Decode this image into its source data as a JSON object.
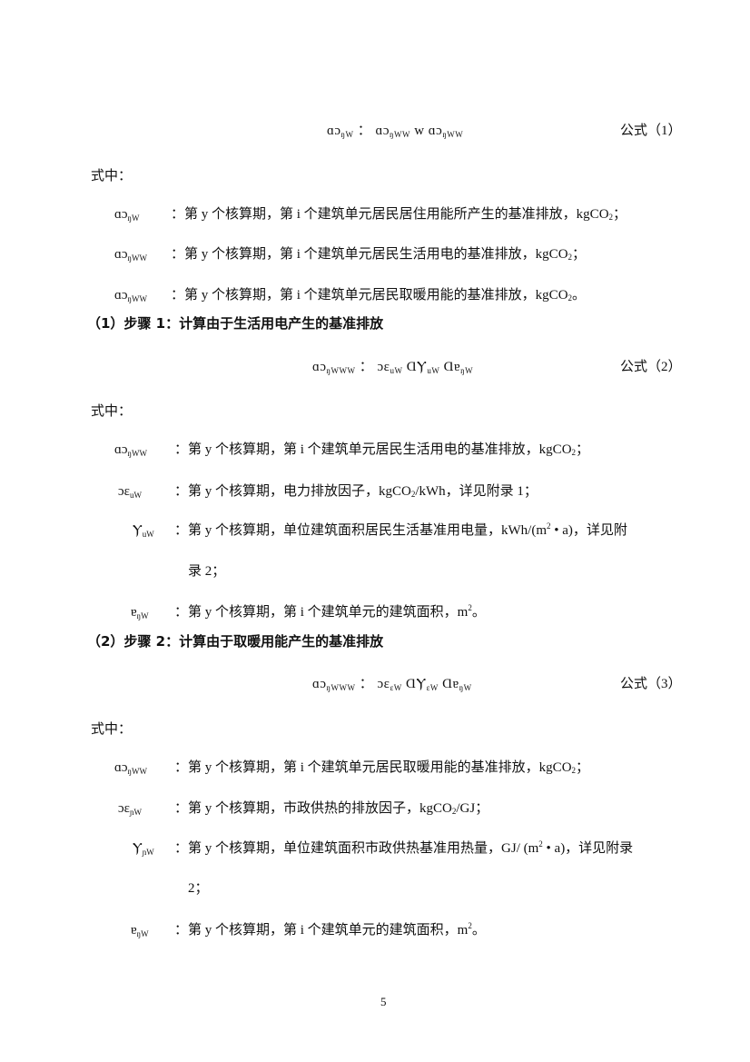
{
  "page": {
    "number": "5",
    "formulas": [
      {
        "expression_main": "ɑɔ",
        "expression_sub": "ŋW",
        "equals": "：",
        "rhs": [
          {
            "main": "ɑɔ",
            "sub": "ŋWW"
          },
          {
            "op": "w"
          },
          {
            "main": "ɑɔ",
            "sub": "ŋWW"
          }
        ],
        "number": "公式（1）"
      },
      {
        "expression_main": "ɑɔ",
        "expression_sub": "ŋWWW",
        "equals": "：",
        "rhs": [
          {
            "main": "ɔɛ",
            "sub": "uW"
          },
          {
            "op": "Ɑ"
          },
          {
            "main": "Ⲩ",
            "sub": "uW"
          },
          {
            "op": "Ɑ"
          },
          {
            "main": "ɐ",
            "sub": "ŋW"
          }
        ],
        "number": "公式（2）"
      },
      {
        "expression_main": "ɑɔ",
        "expression_sub": "ŋWWW",
        "equals": "：",
        "rhs": [
          {
            "main": "ɔɛ",
            "sub": "ɛW"
          },
          {
            "op": "Ɑ"
          },
          {
            "main": "Ⲩ",
            "sub": "ɛW"
          },
          {
            "op": "Ɑ"
          },
          {
            "main": "ɐ",
            "sub": "ŋW"
          }
        ],
        "number": "公式（3）"
      }
    ],
    "where_label": "式中：",
    "section1": {
      "definitions": [
        {
          "sym": "ɑɔ",
          "sub": "ŋW",
          "colon": "：",
          "text": "第 y 个核算期，第 i 个建筑单元居民居住用能所产生的基准排放，kgCO",
          "unit_sub": "2",
          "end": "；"
        },
        {
          "sym": "ɑɔ",
          "sub": "ŋWW",
          "colon": "：",
          "text": "第 y 个核算期，第 i 个建筑单元居民生活用电的基准排放，kgCO",
          "unit_sub": "2",
          "end": "；"
        },
        {
          "sym": "ɑɔ",
          "sub": "ŋWW",
          "colon": "：",
          "text": "第 y 个核算期，第 i 个建筑单元居民取暖用能的基准排放，kgCO",
          "unit_sub": "2",
          "end": "。"
        }
      ]
    },
    "step1": {
      "heading": "（1）步骤 1：计算由于生活用电产生的基准排放",
      "definitions": [
        {
          "sym": "ɑɔ",
          "sub": "ŋWW",
          "colon": "：",
          "text": "第 y 个核算期，第 i 个建筑单元居民生活用电的基准排放，kgCO",
          "unit_sub": "2",
          "end": "；"
        },
        {
          "sym": "ɔɛ",
          "sub": "uW",
          "colon": "：",
          "text": "第 y 个核算期，电力排放因子，kgCO",
          "unit_sub": "2",
          "end": "/kWh，详见附录 1；"
        },
        {
          "sym": "Ⲩ",
          "sub": "uW",
          "colon": "：",
          "text": "第 y 个核算期，单位建筑面积居民生活基准用电量，kWh/(m",
          "unit_sup": "2",
          "end": " • a)，详见附",
          "continuation": "录 2；"
        },
        {
          "sym": "ɐ",
          "sub": "ŋW",
          "colon": "：",
          "text": "第 y 个核算期，第 i 个建筑单元的建筑面积，m",
          "unit_sup": "2",
          "end": "。"
        }
      ]
    },
    "step2": {
      "heading": "（2）步骤 2：计算由于取暖用能产生的基准排放",
      "definitions": [
        {
          "sym": "ɑɔ",
          "sub": "ŋWW",
          "colon": "：",
          "text": "第 y 个核算期，第 i 个建筑单元居民取暖用能的基准排放，kgCO",
          "unit_sub": "2",
          "end": "；"
        },
        {
          "sym": "ɔɛ",
          "sub": "ɲW",
          "colon": "：",
          "text": "第 y 个核算期，市政供热的排放因子，kgCO",
          "unit_sub": "2",
          "end": "/GJ；"
        },
        {
          "sym": "Ⲩ",
          "sub": "ɲW",
          "colon": "：",
          "text": "第 y 个核算期，单位建筑面积市政供热基准用热量，GJ/ (m",
          "unit_sup": "2",
          "end": " • a)，详见附录",
          "continuation": "2；"
        },
        {
          "sym": "ɐ",
          "sub": "ŋW",
          "colon": "：",
          "text": "第 y 个核算期，第 i 个建筑单元的建筑面积，m",
          "unit_sup": "2",
          "end": "。"
        }
      ]
    }
  }
}
